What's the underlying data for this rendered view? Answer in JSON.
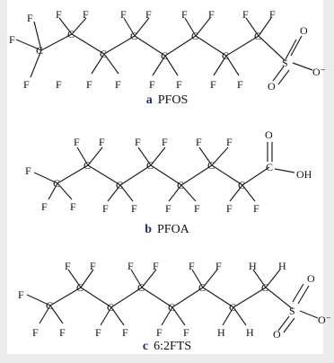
{
  "theme": {
    "background": "#ffffff",
    "frame": "#ececec",
    "bond": "#222222",
    "label_letter": "#1a2a8a",
    "text": "#111111"
  },
  "panels": [
    {
      "letter": "a",
      "name": "PFOS"
    },
    {
      "letter": "b",
      "name": "PFOA"
    },
    {
      "letter": "c",
      "name": "6:2FTS"
    }
  ],
  "atoms": {
    "F": "F",
    "C": "C",
    "S": "S",
    "O": "O",
    "H": "H",
    "O_minus": "O⁻",
    "OH": "OH"
  }
}
